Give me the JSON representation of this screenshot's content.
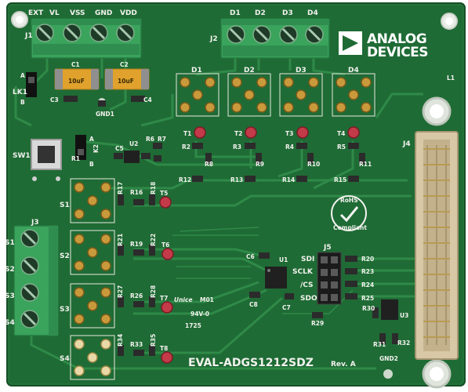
{
  "board": {
    "name": "EVAL-ADGS1212SDZ",
    "revision": "Rev. A",
    "colors": {
      "pcb": "#1f6b35",
      "silk": "#f2f2ee",
      "terminal": "#3aa35c",
      "pad": "#c99a3c"
    }
  },
  "logo": {
    "line1": "ANALOG",
    "line2": "DEVICES"
  },
  "connectors": {
    "j1": {
      "label": "J1",
      "pins": [
        "EXT",
        "VL",
        "VSS",
        "GND",
        "VDD"
      ]
    },
    "j2": {
      "label": "J2",
      "pins": [
        "D1",
        "D2",
        "D3",
        "D4"
      ]
    },
    "j3": {
      "label": "J3",
      "pins": [
        "S1",
        "S2",
        "S3",
        "S4"
      ]
    },
    "j4": {
      "label": "J4"
    },
    "j5": {
      "label": "J5",
      "pins": [
        "SDI",
        "SCLK",
        "/CS",
        "SDO"
      ]
    }
  },
  "switches": {
    "s1": "S1",
    "s2": "S2",
    "s3": "S3",
    "s4": "S4",
    "d1": "D1",
    "d2": "D2",
    "d3": "D3",
    "d4": "D4"
  },
  "parts": {
    "lk1": "LK1",
    "lk1_a": "A",
    "lk1_b": "B",
    "k2": "K2",
    "k2_a": "A",
    "k2_b": "B",
    "sw1": "SW1",
    "u1": "U1",
    "u2": "U2",
    "u3": "U3",
    "c1": "C1",
    "c2": "C2",
    "c3": "C3",
    "c4": "C4",
    "c5": "C5",
    "c6": "C6",
    "c7": "C7",
    "c8": "C8",
    "c1_mark": "10uF",
    "c2_mark": "10uF",
    "gnd1": "GND1",
    "gnd2": "GND2",
    "r1": "R1",
    "r2": "R2",
    "r3": "R3",
    "r4": "R4",
    "r5": "R5",
    "r6": "R6",
    "r7": "R7",
    "r8": "R8",
    "r9": "R9",
    "r10": "R10",
    "r11": "R11",
    "r12": "R12",
    "r13": "R13",
    "r14": "R14",
    "r15": "R15",
    "r16": "R16",
    "r17": "R17",
    "r18": "R18",
    "r19": "R19",
    "r20": "R20",
    "r21": "R21",
    "r22": "R22",
    "r23": "R23",
    "r24": "R24",
    "r25": "R25",
    "r26": "R26",
    "r27": "R27",
    "r28": "R28",
    "r29": "R29",
    "r30": "R30",
    "r31": "R31",
    "r32": "R32",
    "r33": "R33",
    "r34": "R34",
    "r35": "R35",
    "t1": "T1",
    "t2": "T2",
    "t3": "T3",
    "t4": "T4",
    "t5": "T5",
    "t6": "T6",
    "t7": "T7",
    "t8": "T8"
  },
  "markings": {
    "rohs1": "RoHS",
    "rohs2": "Compliant",
    "ul1": "Unice",
    "ul2": "M01",
    "ul3": "94V-0",
    "date": "1725",
    "l1": "L1"
  }
}
